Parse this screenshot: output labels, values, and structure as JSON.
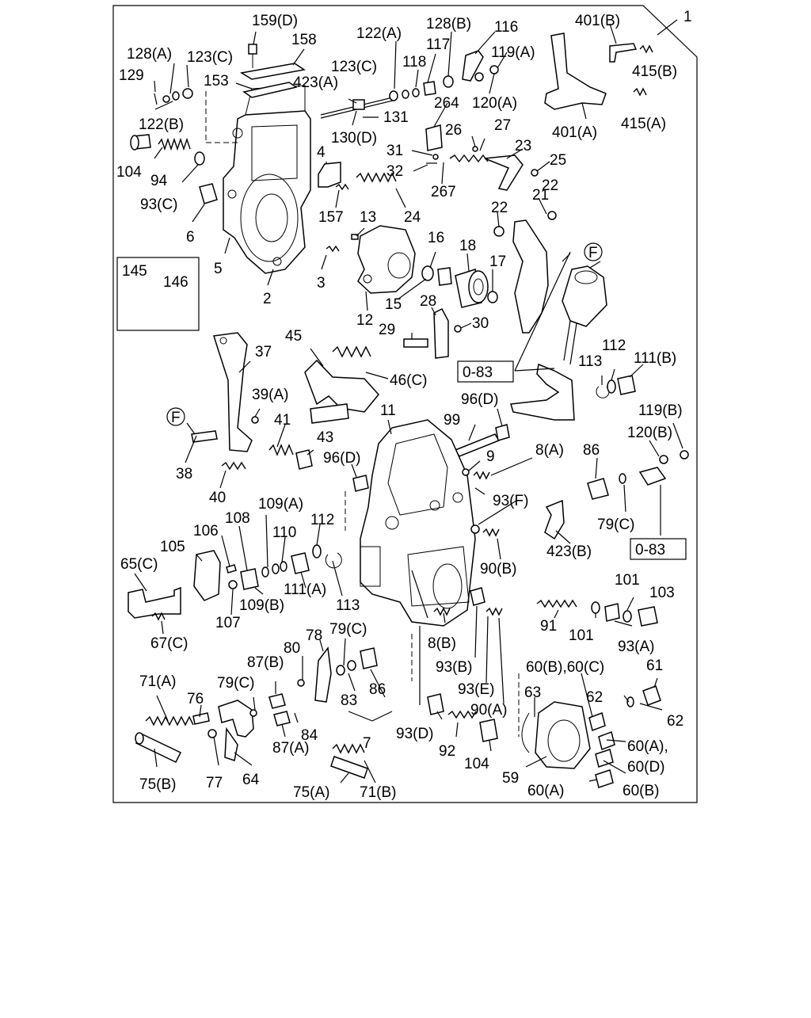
{
  "diagram": {
    "callouts": {
      "c1": "1",
      "c2": "2",
      "c3": "3",
      "c4": "4",
      "c5": "5",
      "c6": "6",
      "c7": "7",
      "c8a": "8(A)",
      "c8b": "8(B)",
      "c9": "9",
      "c11": "11",
      "c12": "12",
      "c13": "13",
      "c15": "15",
      "c16": "16",
      "c17": "17",
      "c18": "18",
      "c21": "21",
      "c22a": "22",
      "c22b": "22",
      "c23": "23",
      "c24": "24",
      "c25": "25",
      "c26": "26",
      "c27": "27",
      "c28": "28",
      "c29": "29",
      "c30": "30",
      "c31": "31",
      "c32": "32",
      "c37": "37",
      "c38": "38",
      "c39a": "39(A)",
      "c40": "40",
      "c41": "41",
      "c43": "43",
      "c45": "45",
      "c46c": "46(C)",
      "c59": "59",
      "c60a1": "60(A),",
      "c60d": "60(D)",
      "c60a2": "60(A)",
      "c60b": "60(B)",
      "c60bc": "60(B),60(C)",
      "c61": "61",
      "c62a": "62",
      "c62b": "62",
      "c63": "63",
      "c64": "64",
      "c65c": "65(C)",
      "c67c": "67(C)",
      "c71a": "71(A)",
      "c71b": "71(B)",
      "c75a": "75(A)",
      "c75b": "75(B)",
      "c76": "76",
      "c77": "77",
      "c78": "78",
      "c79c1": "79(C)",
      "c79c2": "79(C)",
      "c79c3": "79(C)",
      "c80": "80",
      "c83": "83",
      "c84": "84",
      "c86a": "86",
      "c86b": "86",
      "c87a": "87(A)",
      "c87b": "87(B)",
      "c90a": "90(A)",
      "c90b": "90(B)",
      "c91": "91",
      "c92": "92",
      "c93a": "93(A)",
      "c93b": "93(B)",
      "c93c": "93(C)",
      "c93d": "93(D)",
      "c93e": "93(E)",
      "c93f": "93(F)",
      "c94": "94",
      "c96d1": "96(D)",
      "c96d2": "96(D)",
      "c99": "99",
      "c101a": "101",
      "c101b": "101",
      "c103": "103",
      "c104a": "104",
      "c104b": "104",
      "c105": "105",
      "c106": "106",
      "c107": "107",
      "c108": "108",
      "c109a": "109(A)",
      "c109b": "109(B)",
      "c110": "110",
      "c111a": "111(A)",
      "c111b": "111(B)",
      "c112a": "112",
      "c112b": "112",
      "c113a": "113",
      "c113b": "113",
      "c116": "116",
      "c117": "117",
      "c118": "118",
      "c119a": "119(A)",
      "c119b": "119(B)",
      "c120a": "120(A)",
      "c120b": "120(B)",
      "c122a": "122(A)",
      "c122b": "122(B)",
      "c123c1": "123(C)",
      "c123c2": "123(C)",
      "c128a": "128(A)",
      "c128b": "128(B)",
      "c129": "129",
      "c130d": "130(D)",
      "c131": "131",
      "c145": "145",
      "c146": "146",
      "c153": "153",
      "c157": "157",
      "c158": "158",
      "c159d": "159(D)",
      "c264": "264",
      "c267": "267",
      "c401a": "401(A)",
      "c401b": "401(B)",
      "c415a": "415(A)",
      "c415b": "415(B)",
      "c423a": "423(A)",
      "c423b": "423(B)",
      "f1": "F",
      "f2": "F",
      "ref1": "0-83",
      "ref2": "0-83"
    }
  }
}
